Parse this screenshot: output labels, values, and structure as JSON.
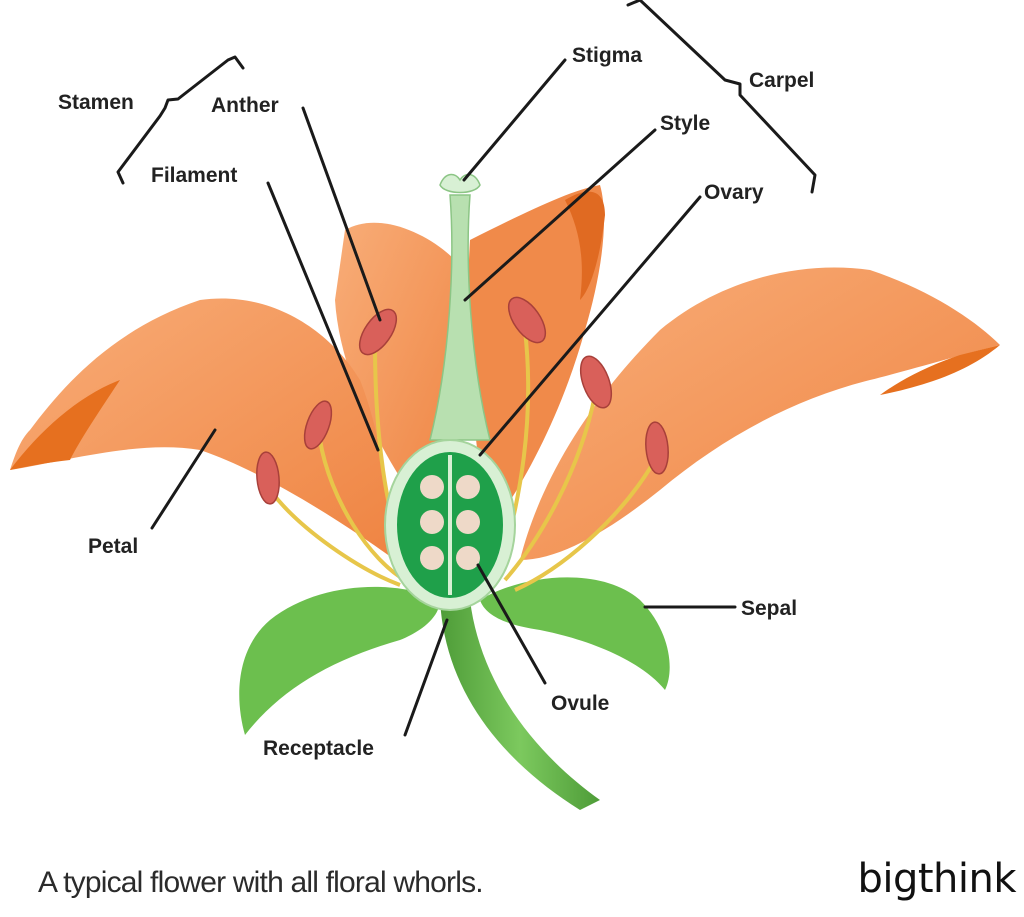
{
  "diagram": {
    "title": "Parts of a flower",
    "labels": {
      "stamen": "Stamen",
      "anther": "Anther",
      "filament": "Filament",
      "stigma": "Stigma",
      "carpel": "Carpel",
      "style": "Style",
      "ovary": "Ovary",
      "petal": "Petal",
      "sepal": "Sepal",
      "ovule": "Ovule",
      "receptacle": "Receptacle"
    },
    "colors": {
      "petal": "#f4955a",
      "petal_dark": "#e8742c",
      "petal_light": "#f9b98a",
      "sepal": "#6cbf4e",
      "stem": "#5fae45",
      "ovary_outer": "#d8f0d4",
      "ovary_inner": "#1fa04a",
      "ovule": "#eed9c8",
      "anther": "#d9605a",
      "filament": "#e7c64a",
      "style": "#b8e0b0"
    }
  },
  "caption": "A typical flower with all floral whorls.",
  "brand": "bigthink"
}
